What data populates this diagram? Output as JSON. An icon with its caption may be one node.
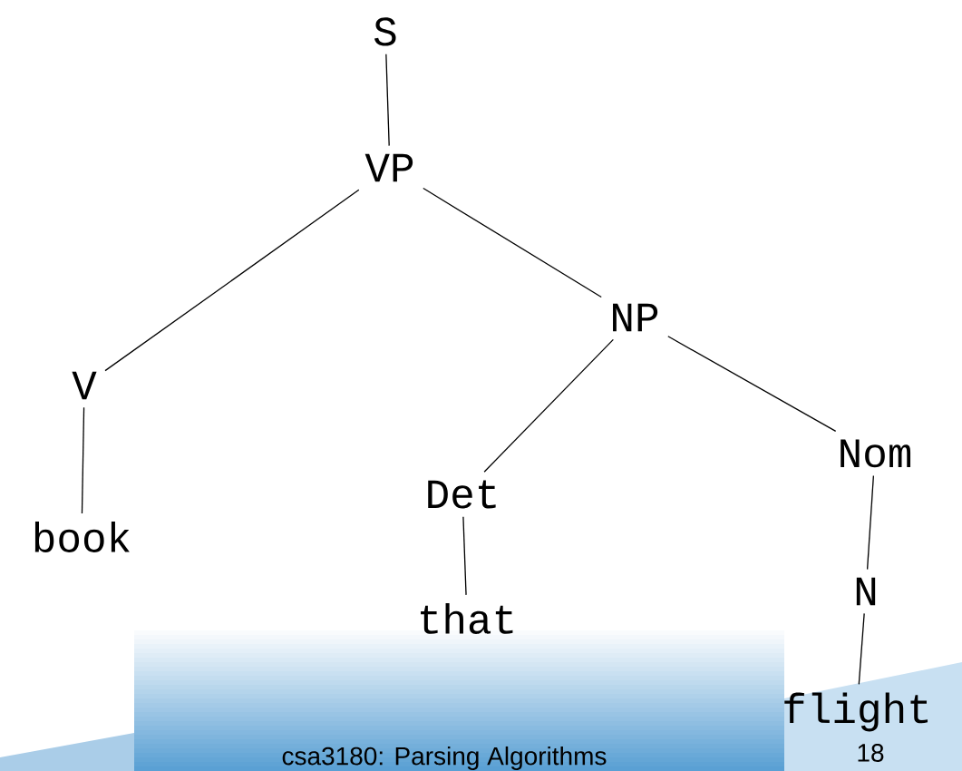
{
  "diagram": {
    "nodes": [
      {
        "text": [
          "S"
        ]
      },
      {
        "text": [
          "VP"
        ]
      },
      {
        "text": [
          "V"
        ]
      },
      {
        "text": [
          "book"
        ]
      },
      {
        "text": [
          "NP"
        ]
      },
      {
        "text": [
          "Det"
        ]
      },
      {
        "text": [
          "that"
        ]
      },
      {
        "text": [
          "Nom"
        ]
      },
      {
        "text": [
          "N"
        ]
      },
      {
        "text": [
          "flight"
        ]
      }
    ],
    "edges": [
      {
        "from": 0,
        "to": 1,
        "arrow": "none"
      },
      {
        "from": 1,
        "to": 2,
        "arrow": "none"
      },
      {
        "from": 1,
        "to": 4,
        "arrow": "none"
      },
      {
        "from": 2,
        "to": 3,
        "arrow": "none"
      },
      {
        "from": 4,
        "to": 5,
        "arrow": "none"
      },
      {
        "from": 5,
        "to": 6,
        "arrow": "none"
      },
      {
        "from": 4,
        "to": 7,
        "arrow": "none"
      },
      {
        "from": 7,
        "to": 8,
        "arrow": "none"
      },
      {
        "from": 8,
        "to": 9,
        "arrow": "none"
      }
    ],
    "labels": [
      "csa3180: Parsing Algorithms",
      "18"
    ]
  }
}
